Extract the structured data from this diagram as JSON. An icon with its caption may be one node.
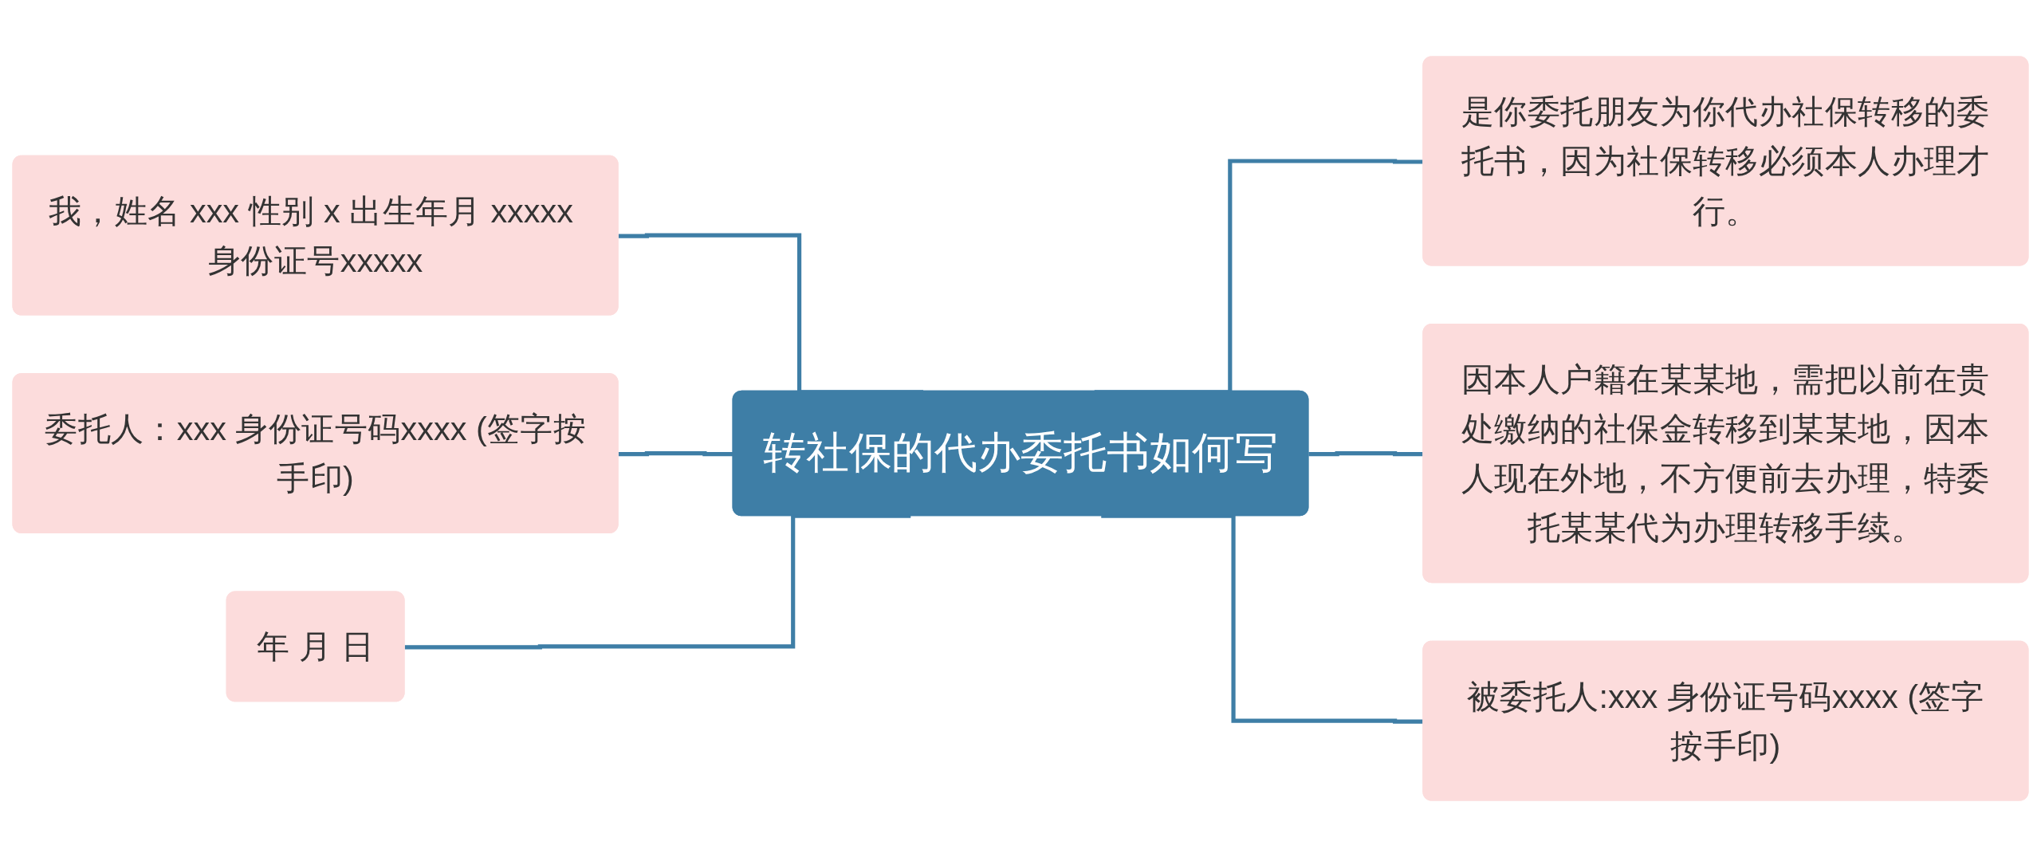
{
  "diagram": {
    "nodes": [
      {
        "text": [
          "转社保的代办委托书如何写"
        ]
      },
      {
        "text": [
          "我，姓名 xxx 性别 x 出生年月 xxxxx 身份证号xxxxx"
        ]
      },
      {
        "text": [
          "委托人：xxx 身份证号码xxxx (签字按手印)"
        ]
      },
      {
        "text": [
          "年 月 日"
        ]
      },
      {
        "text": [
          "是你委托朋友为你代办社保转移的委托书，因为社保转移必须本人办理才行。"
        ]
      },
      {
        "text": [
          "因本人户籍在某某地，需把以前在贵处缴纳的社保金转移到某某地，因本人现在外地，不方便前去办理，特委托某某代为办理转移手续。"
        ]
      },
      {
        "text": [
          "被委托人:xxx 身份证号码xxxx (签字按手印)"
        ]
      }
    ],
    "edges": [
      {
        "from": 1,
        "to": 0,
        "arrow": "none"
      },
      {
        "from": 2,
        "to": 0,
        "arrow": "none"
      },
      {
        "from": 3,
        "to": 0,
        "arrow": "none"
      },
      {
        "from": 0,
        "to": 4,
        "arrow": "none"
      },
      {
        "from": 0,
        "to": 5,
        "arrow": "none"
      },
      {
        "from": 0,
        "to": 6,
        "arrow": "none"
      }
    ]
  }
}
